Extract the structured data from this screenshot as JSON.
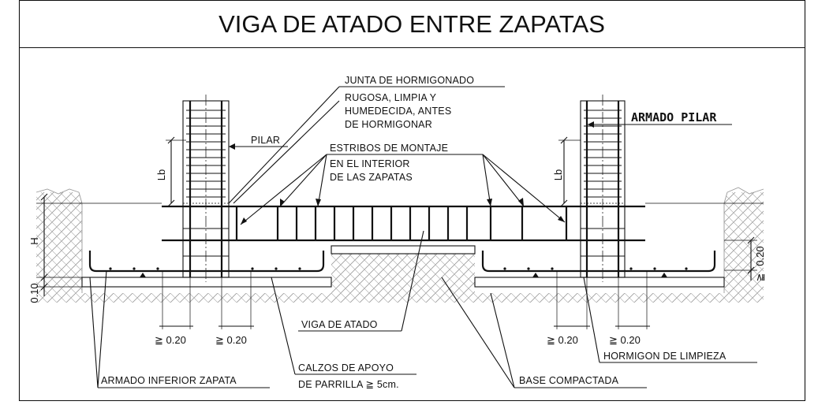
{
  "title": "VIGA DE ATADO ENTRE ZAPATAS",
  "labels": {
    "junta_title": "JUNTA DE HORMIGONADO",
    "junta_line1": "RUGOSA, LIMPIA Y",
    "junta_line2": "HUMEDECIDA, ANTES",
    "junta_line3": "DE HORMIGONAR",
    "pilar": "PILAR",
    "armado_pilar": "ARMADO PILAR",
    "estribos_title": "ESTRIBOS DE MONTAJE",
    "estribos_line1": "EN EL INTERIOR",
    "estribos_line2": "DE LAS ZAPATAS",
    "viga_atado": "VIGA DE ATADO",
    "armado_inferior": "ARMADO INFERIOR ZAPATA",
    "calzos_line1": "CALZOS DE APOYO",
    "calzos_line2": "DE PARRILLA ≧ 5cm.",
    "base_compactada": "BASE COMPACTADA",
    "hormigon_limpieza": "HORMIGON DE LIMPIEZA"
  },
  "dimensions": {
    "lb": "Lb",
    "h": "H",
    "d010": "0.10",
    "d020": "0.20",
    "ge_020": "≧ 0.20"
  },
  "colors": {
    "line": "#111111",
    "hatch": "#9a9a9a",
    "background": "#ffffff"
  }
}
